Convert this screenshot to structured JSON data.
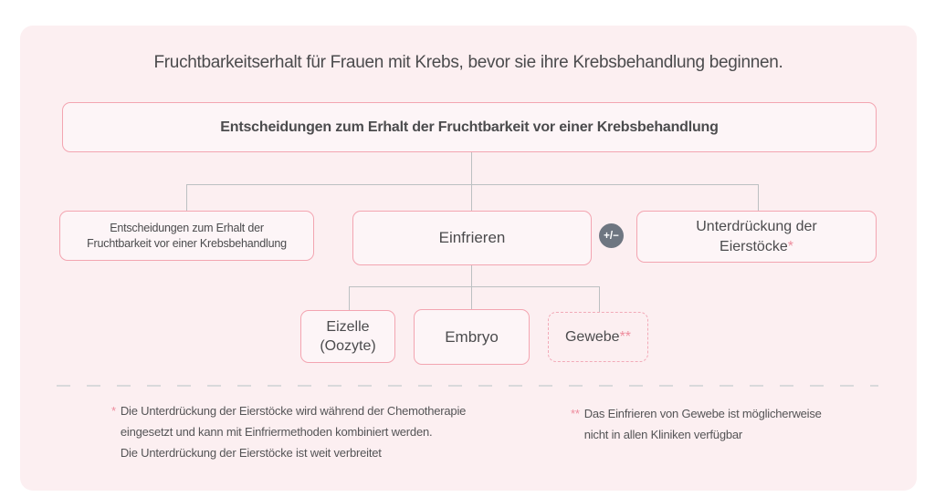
{
  "title": "Fruchtbarkeitserhalt für Frauen mit Krebs, bevor sie ihre Krebsbehandlung beginnen.",
  "root": {
    "label": "Entscheidungen zum Erhalt der Fruchtbarkeit vor einer Krebsbehandlung"
  },
  "level2": {
    "decisions": {
      "label": "Entscheidungen zum Erhalt der\nFruchtbarkeit vor einer Krebsbehandlung"
    },
    "freezing": {
      "label": "Einfrieren"
    },
    "plus_minus_badge": "+/−",
    "suppression": {
      "label": "Unterdrückung der\nEierstöcke",
      "marker": "*"
    }
  },
  "level3": {
    "egg": {
      "label": "Eizelle\n(Oozyte)"
    },
    "embryo": {
      "label": "Embryo"
    },
    "tissue": {
      "label": "Gewebe",
      "marker": "**"
    }
  },
  "footnotes": {
    "first": {
      "marker": "*",
      "text": "Die Unterdrückung der Eierstöcke wird während der Chemotherapie\neingesetzt und kann mit Einfriermethoden kombiniert werden.\nDie Unterdrückung der Eierstöcke ist weit verbreitet"
    },
    "second": {
      "marker": "**",
      "text": "Das Einfrieren von Gewebe ist möglicherweise\nnicht in allen Kliniken verfügbar"
    }
  },
  "colors": {
    "card_background": "#fceff1",
    "box_border_pink": "#f3a5b1",
    "box_fill": "#fdf5f7",
    "badge_gray": "#6e7681",
    "marker_pink": "#ee8d9e",
    "connector_gray": "#bcc0c2",
    "text_dark": "#4b4b4d"
  }
}
